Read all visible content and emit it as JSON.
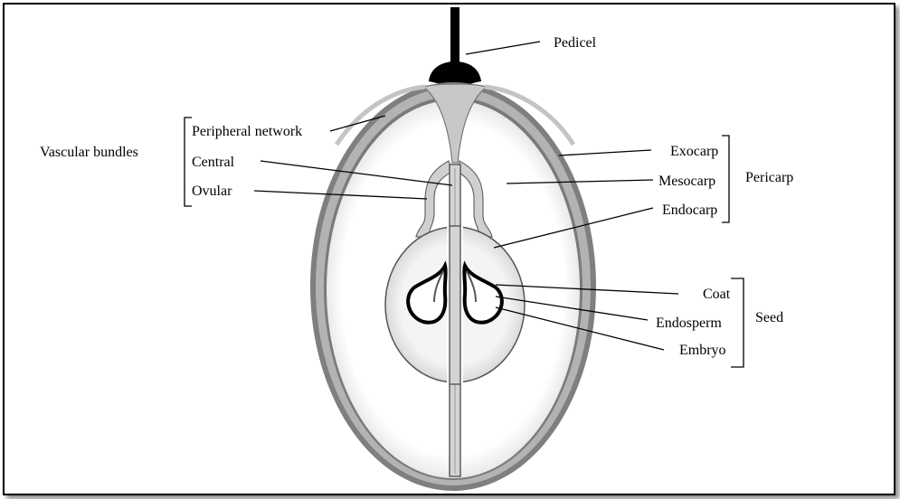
{
  "colors": {
    "background": "#ffffff",
    "frame": "#000000",
    "pericarp_wall": "#8a8a8a",
    "vascular_bundle": "#bdbdbd",
    "seed_fill": "#efefef",
    "embryo_outline": "#000000"
  },
  "labels": {
    "pedicel": "Pedicel",
    "vascular_bundles": "Vascular bundles",
    "peripheral_network": "Peripheral network",
    "central": "Central",
    "ovular": "Ovular",
    "exocarp": "Exocarp",
    "mesocarp": "Mesocarp",
    "endocarp": "Endocarp",
    "pericarp": "Pericarp",
    "coat": "Coat",
    "endosperm": "Endosperm",
    "embryo": "Embryo",
    "seed": "Seed"
  }
}
